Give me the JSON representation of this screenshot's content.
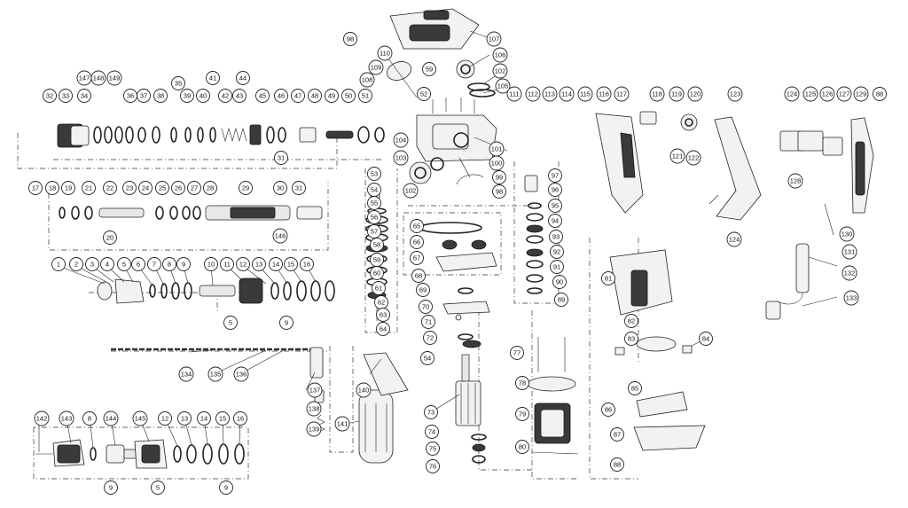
{
  "callouts": [
    "1",
    "2",
    "3",
    "4",
    "5",
    "6",
    "7",
    "8",
    "9",
    "10",
    "11",
    "12",
    "13",
    "14",
    "15",
    "16",
    "17",
    "18",
    "19",
    "20",
    "21",
    "22",
    "23",
    "24",
    "25",
    "26",
    "27",
    "28",
    "29",
    "30",
    "31",
    "32",
    "33",
    "34",
    "35",
    "36",
    "37",
    "38",
    "39",
    "40",
    "41",
    "42",
    "43",
    "44",
    "45",
    "46",
    "47",
    "48",
    "49",
    "50",
    "51",
    "52",
    "53",
    "54",
    "55",
    "56",
    "57",
    "58",
    "59",
    "60",
    "61",
    "62",
    "63",
    "64",
    "65",
    "66",
    "67",
    "68",
    "69",
    "70",
    "71",
    "72",
    "73",
    "74",
    "75",
    "76",
    "77",
    "78",
    "79",
    "80",
    "81",
    "82",
    "83",
    "84",
    "85",
    "86",
    "87",
    "88",
    "89",
    "90",
    "91",
    "92",
    "93",
    "94",
    "95",
    "96",
    "97",
    "98",
    "99",
    "100",
    "101",
    "102",
    "103",
    "104",
    "105",
    "106",
    "107",
    "108",
    "109",
    "110",
    "111",
    "112",
    "113",
    "114",
    "115",
    "116",
    "117",
    "118",
    "119",
    "120",
    "121",
    "122",
    "123",
    "124",
    "125",
    "126",
    "127",
    "128",
    "129",
    "130",
    "131",
    "132",
    "133",
    "134",
    "135",
    "136",
    "137",
    "138",
    "139",
    "140",
    "141",
    "142",
    "143",
    "144",
    "145",
    "146",
    "147",
    "148",
    "149"
  ]
}
